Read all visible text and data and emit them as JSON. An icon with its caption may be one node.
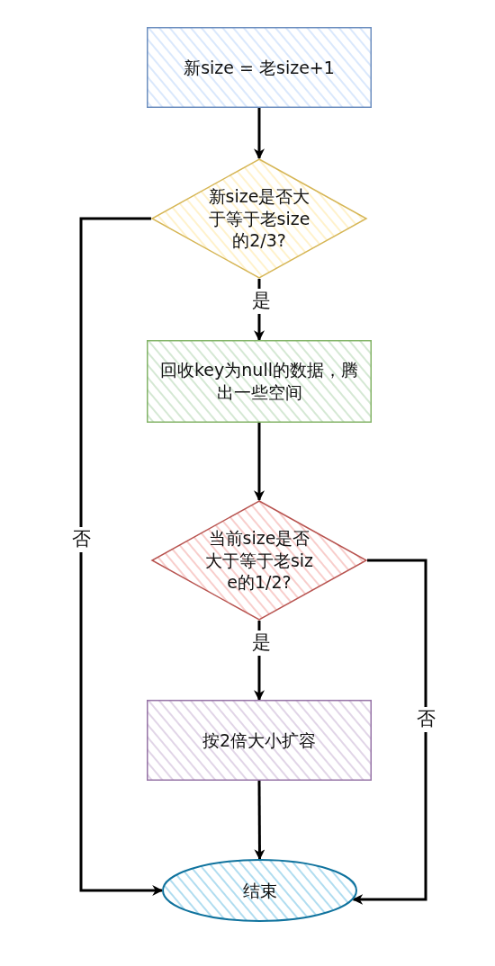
{
  "diagram": {
    "nodes": [
      {
        "text": [
          "新size = 老size+1"
        ]
      },
      {
        "text": [
          "新size是否大于等于老size的2/3?"
        ]
      },
      {
        "text": [
          "回收key为null的数据，腾出一些空间"
        ]
      },
      {
        "text": [
          "当前size是否大于等于老size的1/2?"
        ]
      },
      {
        "text": [
          "按2倍大小扩容"
        ]
      },
      {
        "text": [
          "结束"
        ]
      }
    ],
    "edges": [
      {
        "from": 0,
        "to": 1,
        "arrow": "to"
      },
      {
        "from": 1,
        "to": 2,
        "arrow": "to",
        "label": "是"
      },
      {
        "from": 2,
        "to": 3,
        "arrow": "to"
      },
      {
        "from": 3,
        "to": 4,
        "arrow": "to",
        "label": "是"
      },
      {
        "from": 4,
        "to": 5,
        "arrow": "to"
      },
      {
        "from": 1,
        "to": 5,
        "arrow": "to",
        "label": "否"
      },
      {
        "from": 3,
        "to": 5,
        "arrow": "to",
        "label": "否"
      }
    ]
  }
}
